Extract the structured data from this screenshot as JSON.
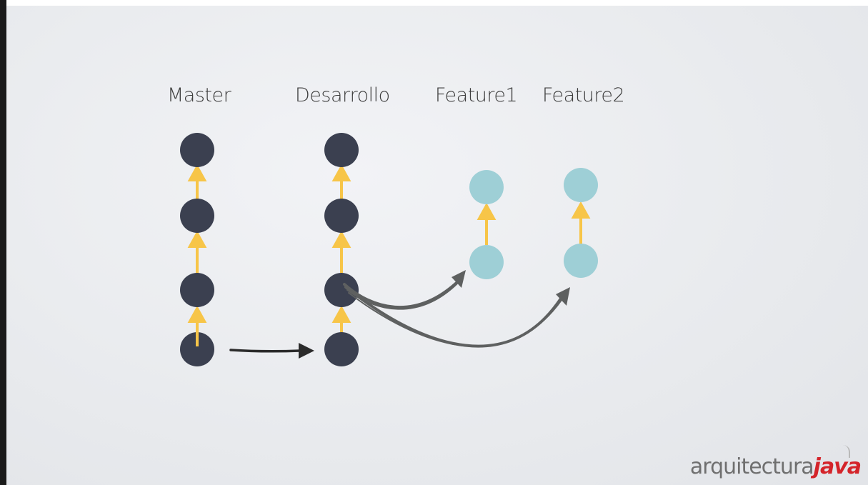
{
  "labels": {
    "master": "Master",
    "desarrollo": "Desarrollo",
    "feature1": "Feature1",
    "feature2": "Feature2"
  },
  "logo": {
    "part1": "arquitectura",
    "part2": "java"
  },
  "colors": {
    "commit_main": "#3b4050",
    "commit_feature": "#9ecfd6",
    "commit_arrow": "#f7c548",
    "branch_arrow": "#5e6060",
    "merge_arrow": "#2b2b2b",
    "logo_gray": "#6f6f6f",
    "logo_red": "#d4242a"
  }
}
